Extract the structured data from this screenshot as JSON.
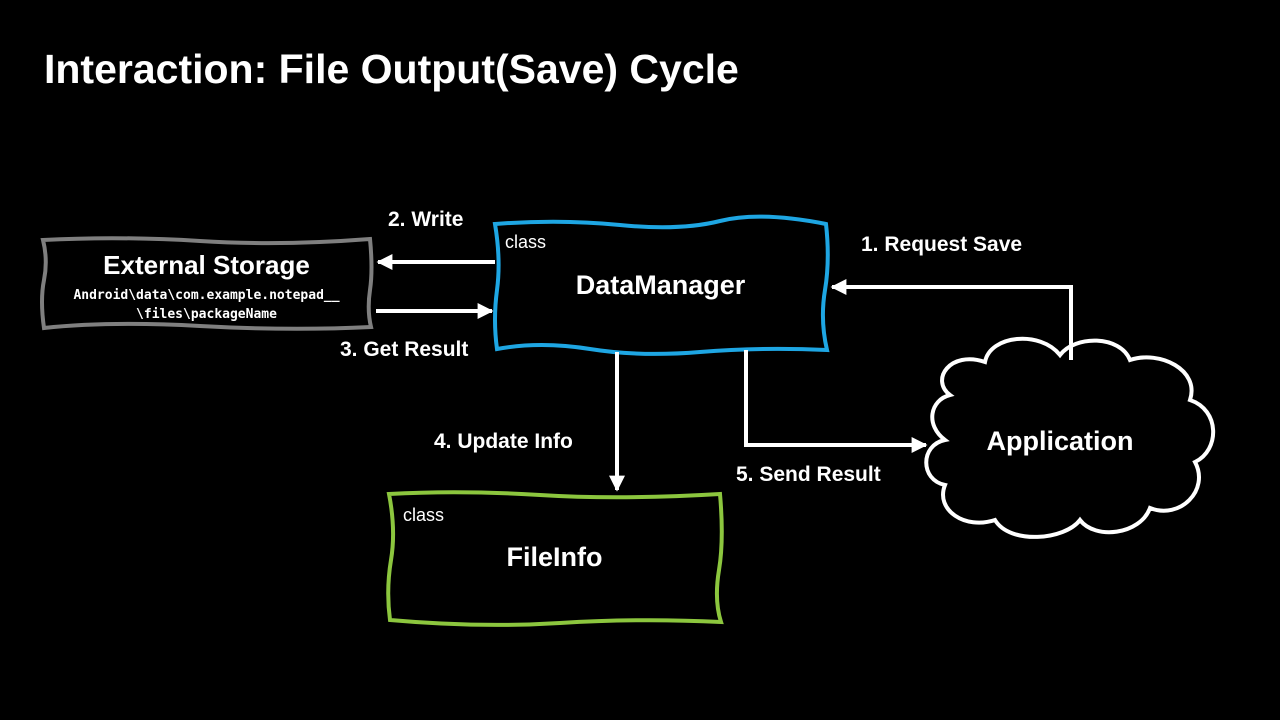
{
  "slide": {
    "title": "Interaction: File Output(Save) Cycle"
  },
  "colors": {
    "background": "#000000",
    "datamanager_border": "#29a8e0",
    "fileinfo_border": "#8cc63e",
    "storage_border": "#7f7f7f",
    "arrow": "#ffffff"
  },
  "nodes": {
    "external_storage": {
      "title": "External Storage",
      "path_line1": "Android\\data\\com.example.notepad__",
      "path_line2": "\\files\\packageName"
    },
    "datamanager": {
      "stereotype": "class",
      "name": "DataManager"
    },
    "fileinfo": {
      "stereotype": "class",
      "name": "FileInfo"
    },
    "application": {
      "name": "Application"
    }
  },
  "edges": {
    "request_save": "1. Request Save",
    "write": "2. Write",
    "get_result": "3. Get Result",
    "update_info": "4. Update Info",
    "send_result": "5. Send Result"
  }
}
